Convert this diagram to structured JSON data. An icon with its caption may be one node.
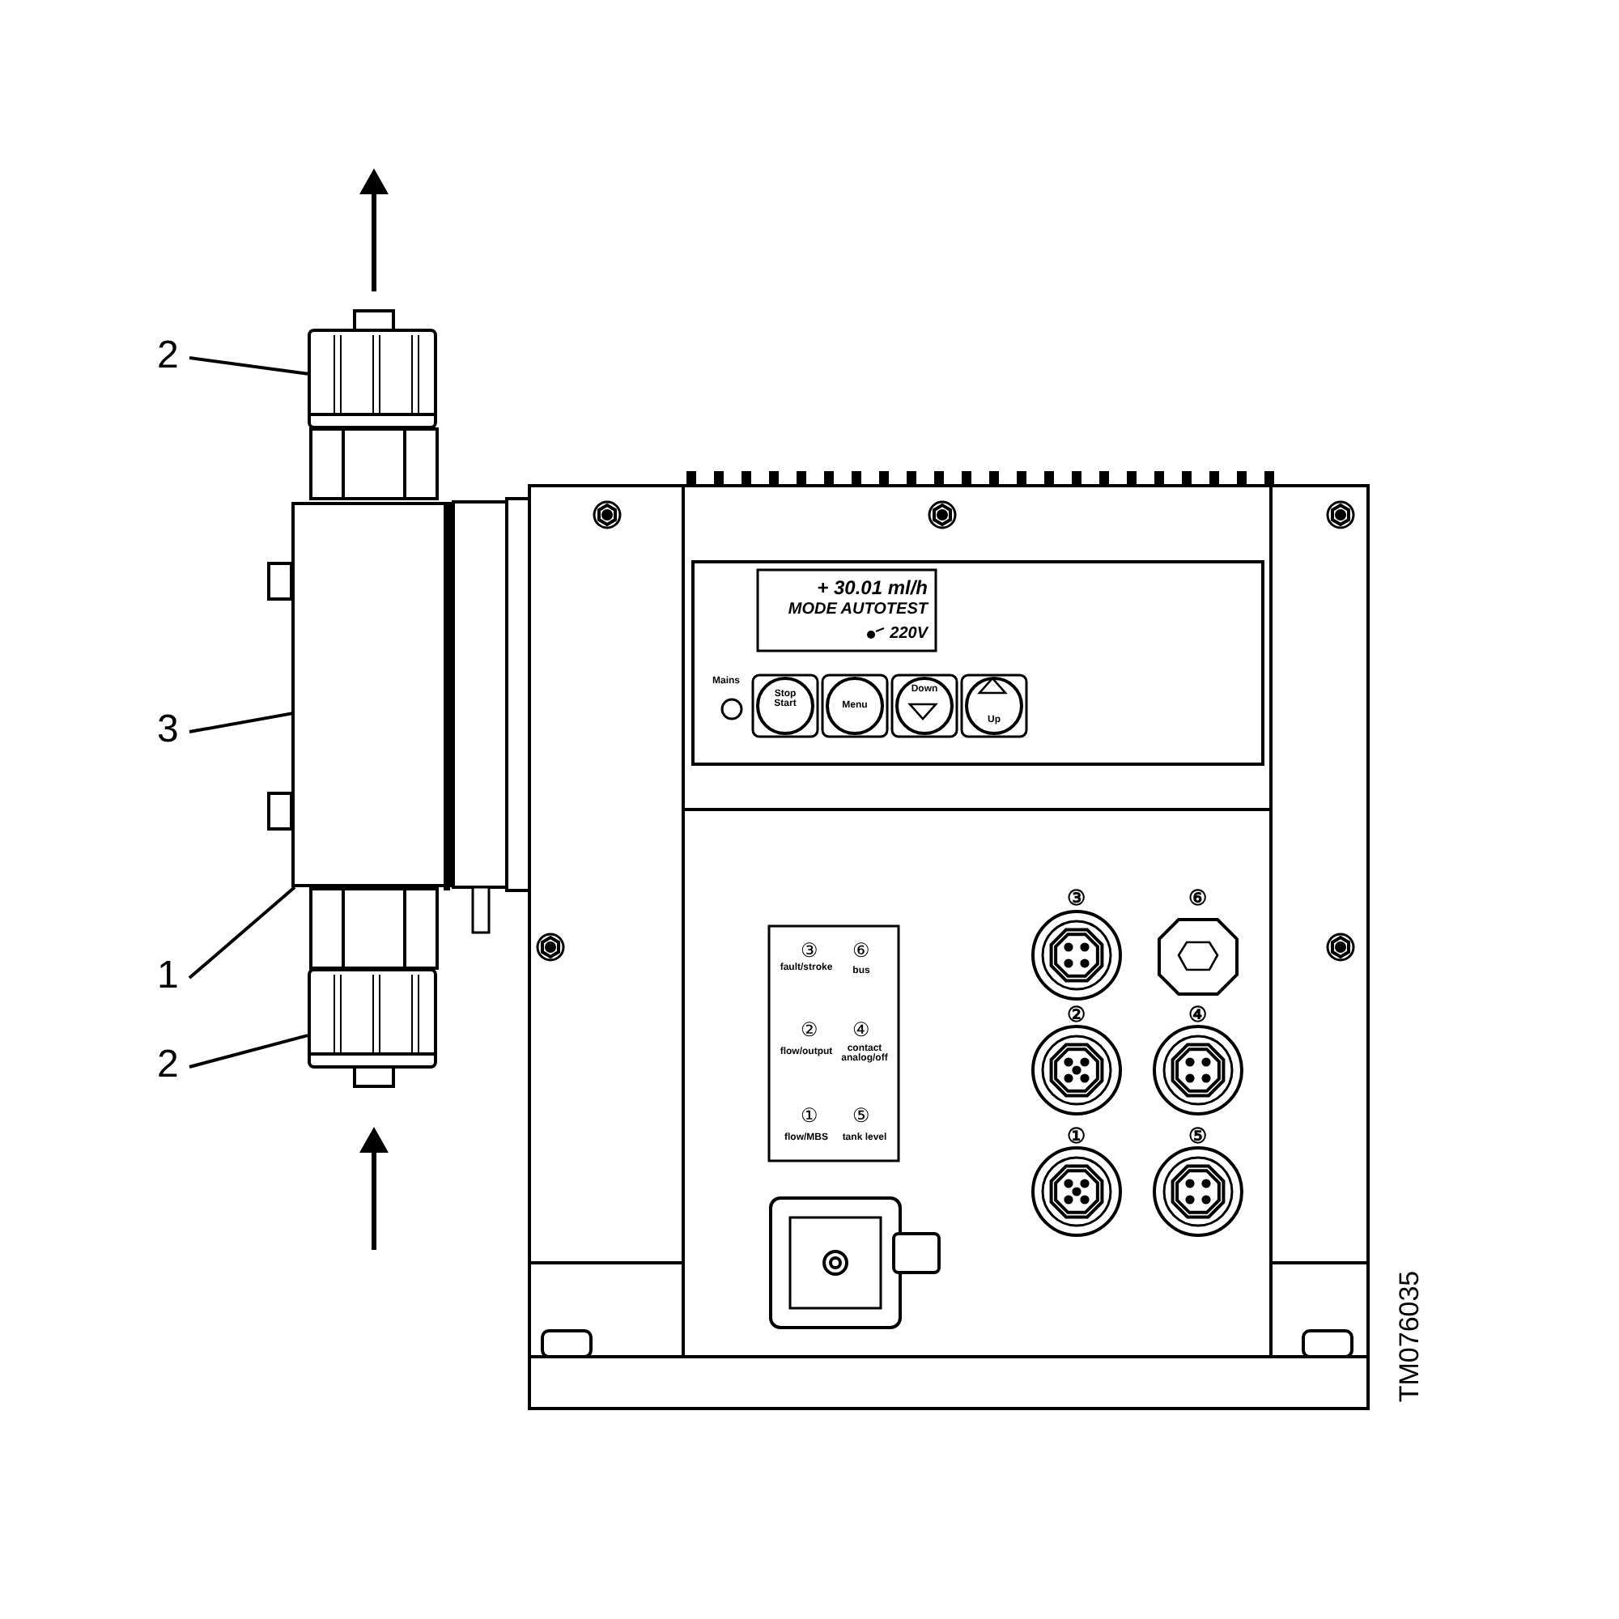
{
  "diagram": {
    "nodes": [
      {
        "text": [
          "2"
        ]
      },
      {
        "text": [
          "3"
        ]
      },
      {
        "text": [
          "1"
        ]
      },
      {
        "text": [
          "2"
        ]
      },
      {
        "text": [],
        "shape": "box"
      },
      {
        "text": [],
        "shape": "box"
      },
      {
        "text": [],
        "shape": "bar",
        "in": 5
      },
      {
        "text": [],
        "shape": "box"
      }
    ],
    "edges": [
      {
        "from": 0,
        "to": 4,
        "arrow": "none"
      },
      {
        "from": 1,
        "to": 6,
        "arrow": "none"
      },
      {
        "from": 2,
        "to": 5,
        "arrow": "none"
      },
      {
        "from": 3,
        "to": 7,
        "arrow": "none"
      }
    ],
    "labels": [
      "+ 30.01 ml/h",
      "MODE AUTOTEST",
      "220V",
      "Mains",
      "Stop Start",
      "Menu",
      "Down",
      "Up",
      "③",
      "⑥",
      "fault/stroke",
      "bus",
      "②",
      "④",
      "flow/output",
      "contact analog/off",
      "①",
      "⑤",
      "flow/MBS",
      "tank level",
      "③",
      "⑥",
      "②",
      "④",
      "①",
      "⑤",
      "TM076035"
    ]
  }
}
